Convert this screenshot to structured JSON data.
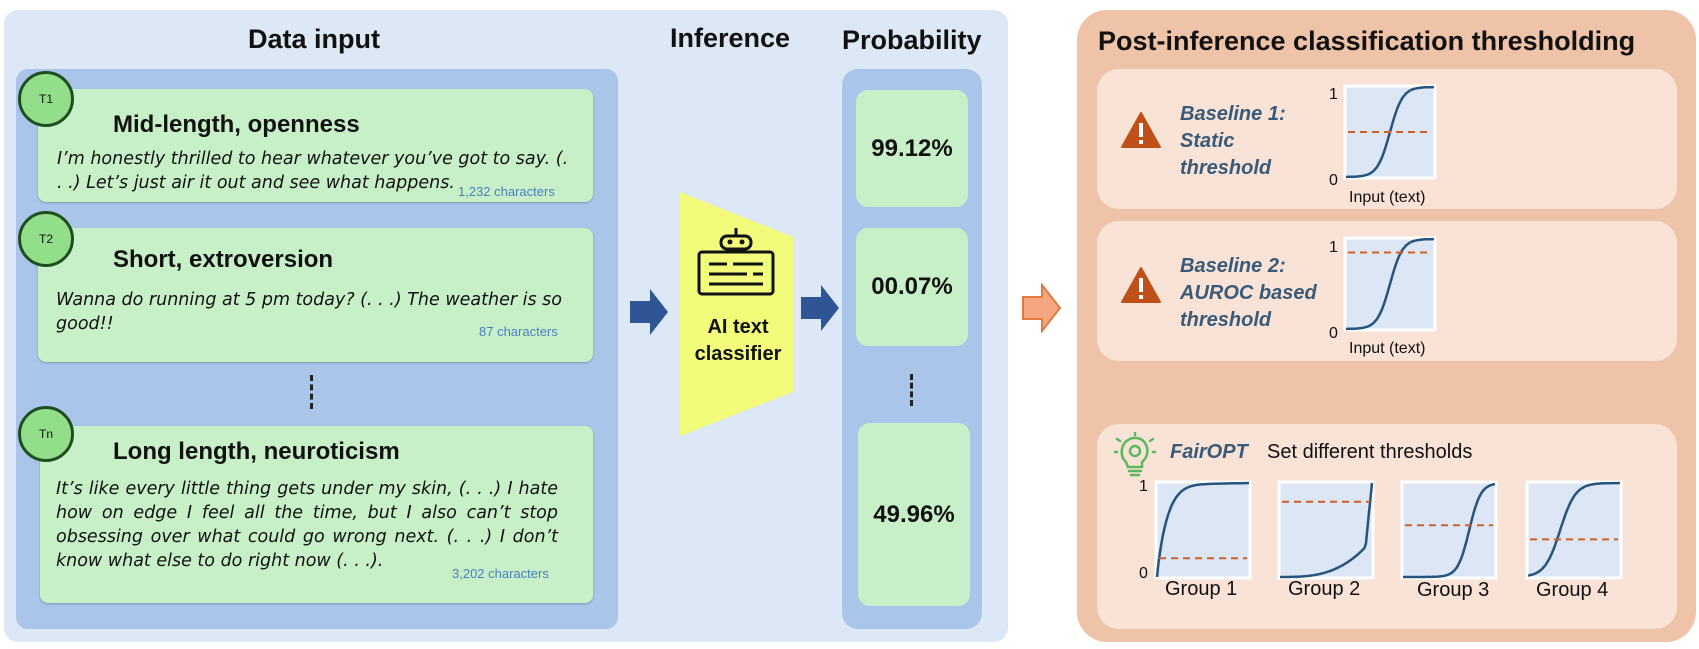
{
  "left": {
    "data_input_title": "Data input",
    "inference_title": "Inference",
    "probability_title": "Probability",
    "samples": [
      {
        "badge": "T1",
        "title": "Mid-length, openness",
        "text": "I’m honestly thrilled to hear whatever you’ve got to say. (. . .) Let’s just air it out and see what happens.",
        "chars": "1,232 characters"
      },
      {
        "badge": "T2",
        "title": "Short, extroversion",
        "text": "Wanna do running at 5 pm today? (. . .) The weather is so good!!",
        "chars": "87 characters"
      },
      {
        "badge": "Tn",
        "title": "Long length, neuroticism",
        "text": "It’s like every little thing gets under my skin,  (. . .) I hate how on edge I feel all the time, but I also can’t stop obsessing over what could go wrong next. (. . .) I don’t know what else to do right now (. . .).",
        "chars": "3,202 characters"
      }
    ],
    "classifier_label": "AI text classifier",
    "probabilities": [
      "99.12%",
      "00.07%",
      "49.96%"
    ]
  },
  "right": {
    "title": "Post-inference classification thresholding",
    "baselines": [
      {
        "label": "Baseline 1: Static threshold",
        "lines": [
          "Baseline 1:",
          "Static",
          "threshold"
        ],
        "threshold": 0.5,
        "y_top": "1",
        "y_bottom": "0",
        "xlabel": "Input (text)"
      },
      {
        "label": "Baseline 2: AUROC based threshold",
        "lines": [
          "Baseline 2:",
          "AUROC based",
          "threshold"
        ],
        "threshold": 0.85,
        "y_top": "1",
        "y_bottom": "0",
        "xlabel": "Input (text)"
      }
    ],
    "fairopt": {
      "name": "FairOPT",
      "subtitle": "Set different thresholds",
      "y_top": "1",
      "y_bottom": "0",
      "groups": [
        {
          "label": "Group 1",
          "threshold": 0.2
        },
        {
          "label": "Group 2",
          "threshold": 0.8
        },
        {
          "label": "Group 3",
          "threshold": 0.55
        },
        {
          "label": "Group 4",
          "threshold": 0.4
        }
      ]
    }
  },
  "colors": {
    "left_panel": "#dde8f6",
    "column": "#a9c6ea",
    "card": "#c8f0c8",
    "badge": "#93de8a",
    "classifier": "#f2fb7a",
    "arrow_blue": "#2f5597",
    "arrow_orange": "#f4a582",
    "right_panel": "#efc3a8",
    "sub_panel": "#f8e3d6",
    "plot_bg": "#dce6f4",
    "curve": "#26547c",
    "threshold_line": "#d0602a",
    "warning": "#c0501a",
    "bulb": "#5cb85c"
  },
  "icons": [
    "robot-icon",
    "warning-icon",
    "lightbulb-gear-icon",
    "right-arrow-icon"
  ]
}
